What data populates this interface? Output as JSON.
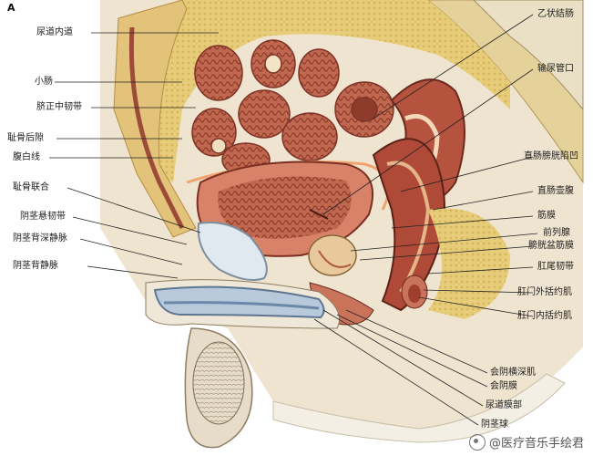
{
  "panel_letter": "A",
  "labels_left": [
    "尿道内道",
    "小肠",
    "脐正中韧带",
    "耻骨后隙",
    "腹白线",
    "耻骨联合",
    "阴茎悬韧带",
    "阴茎背深静脉",
    "阴茎背静脉"
  ],
  "labels_right": [
    "乙状结肠",
    "输尿管口",
    "直肠膀胱陷凹",
    "直肠壶腹",
    "筋膜",
    "前列腺",
    "膀胱盆筋膜",
    "肛尾韧带",
    "肛门外括约肌",
    "肛门内括约肌"
  ],
  "labels_bottom": [
    "会阴横深肌",
    "会阴膜",
    "尿道膜部",
    "阴茎球"
  ],
  "watermark": "@医疗音乐手绘君",
  "colors": {
    "background": "#ffffff",
    "fat": "#e9cf7a",
    "muscle": "#c9735a",
    "mucosa": "#b5533f",
    "bladder_wall": "#d9826a",
    "skin": "#efe7d8",
    "corpus": "#b8c9dc",
    "bone": "#e8e2d2"
  }
}
